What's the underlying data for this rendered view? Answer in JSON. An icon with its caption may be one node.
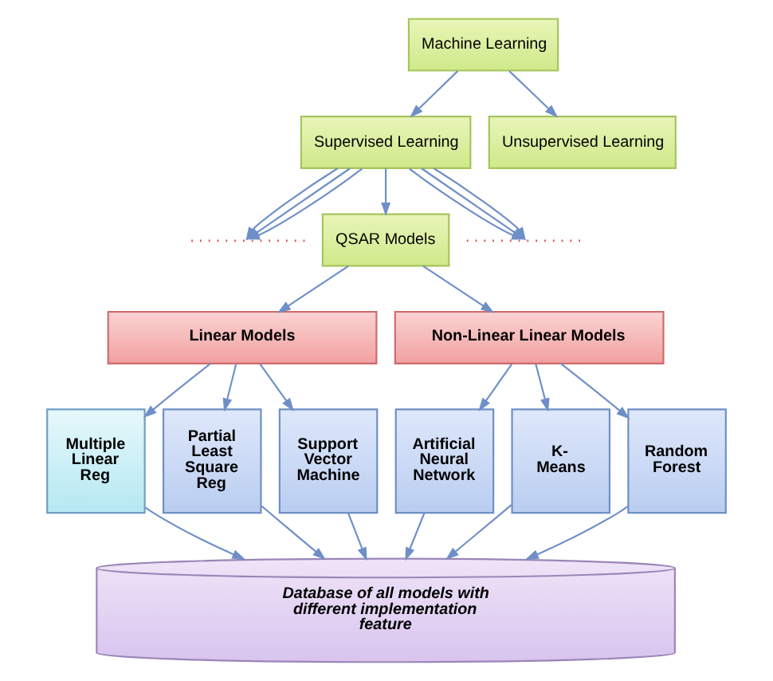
{
  "diagram": {
    "nodes": [
      {
        "text": [
          "Machine Learning"
        ]
      },
      {
        "text": [
          "Supervised Learning"
        ]
      },
      {
        "text": [
          "Unsupervised Learning"
        ]
      },
      {
        "text": [],
        "shape": "line"
      },
      {
        "text": [
          "QSAR Models"
        ]
      },
      {
        "text": [],
        "shape": "line"
      },
      {
        "text": [
          "Linear Models"
        ]
      },
      {
        "text": [
          "Non-Linear Linear Models"
        ]
      },
      {
        "text": [
          "Multiple Linear Reg"
        ]
      },
      {
        "text": [
          "Partial Least Square Reg"
        ]
      },
      {
        "text": [
          "Support Vector Machine"
        ]
      },
      {
        "text": [
          "Artificial Neural Network"
        ]
      },
      {
        "text": [
          "K- Means"
        ]
      },
      {
        "text": [
          "Random Forest"
        ]
      },
      {
        "text": [
          "Database of all models with different implementation feature"
        ]
      }
    ],
    "edges": [
      {
        "from": 0,
        "to": 1,
        "arrow": "to"
      },
      {
        "from": 0,
        "to": 2,
        "arrow": "to"
      },
      {
        "from": 1,
        "to": 3,
        "arrow": "to"
      },
      {
        "from": 1,
        "to": 3,
        "arrow": "to"
      },
      {
        "from": 1,
        "to": 3,
        "arrow": "to"
      },
      {
        "from": 1,
        "to": 4,
        "arrow": "to"
      },
      {
        "from": 1,
        "to": 5,
        "arrow": "to"
      },
      {
        "from": 1,
        "to": 5,
        "arrow": "to"
      },
      {
        "from": 1,
        "to": 5,
        "arrow": "to"
      },
      {
        "from": 4,
        "to": 6,
        "arrow": "to"
      },
      {
        "from": 4,
        "to": 7,
        "arrow": "to"
      },
      {
        "from": 6,
        "to": 8,
        "arrow": "to"
      },
      {
        "from": 6,
        "to": 9,
        "arrow": "to"
      },
      {
        "from": 6,
        "to": 10,
        "arrow": "to"
      },
      {
        "from": 7,
        "to": 11,
        "arrow": "to"
      },
      {
        "from": 7,
        "to": 12,
        "arrow": "to"
      },
      {
        "from": 7,
        "to": 13,
        "arrow": "to"
      },
      {
        "from": 8,
        "to": 14,
        "arrow": "to"
      },
      {
        "from": 9,
        "to": 14,
        "arrow": "to"
      },
      {
        "from": 10,
        "to": 14,
        "arrow": "to"
      },
      {
        "from": 11,
        "to": 14,
        "arrow": "to"
      },
      {
        "from": 12,
        "to": 14,
        "arrow": "to"
      },
      {
        "from": 13,
        "to": 14,
        "arrow": "to"
      }
    ]
  }
}
